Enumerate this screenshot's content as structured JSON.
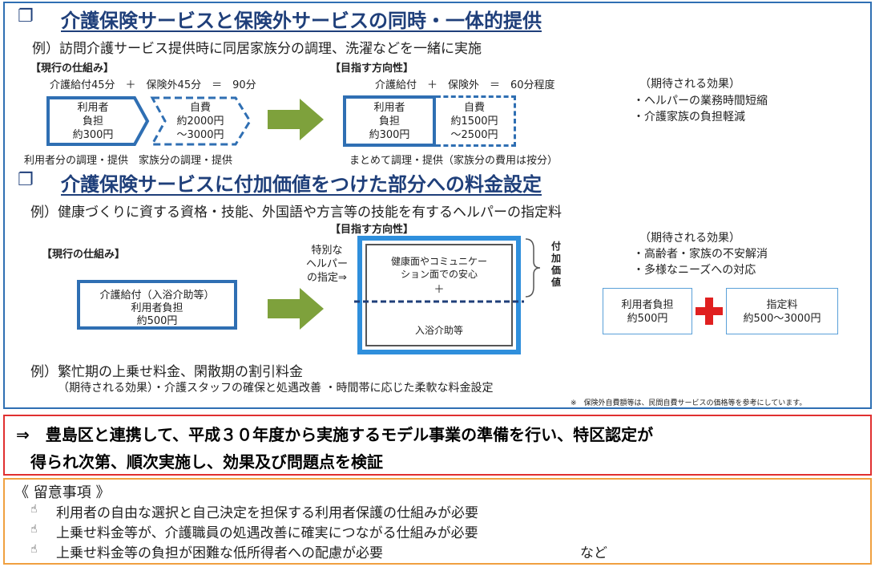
{
  "section1": {
    "icon": "❐",
    "title": "介護保険サービスと保険外サービスの同時・一体的提供",
    "example": "例）訪問介護サービス提供時に同居家族分の調理、洗濯などを一緒に実施",
    "current_label": "【現行の仕組み】",
    "current_formula": "介護給付45分　＋　保険外45分　＝　90分",
    "current_box1": [
      "利用者",
      "負担",
      "約300円"
    ],
    "current_box2": [
      "自費",
      "約2000円",
      "～3000円"
    ],
    "current_caption": "利用者分の調理・提供　家族分の調理・提供",
    "target_label": "【目指す方向性】",
    "target_formula": "介護給付　＋　保険外　＝　60分程度",
    "target_box1": [
      "利用者",
      "負担",
      "約300円"
    ],
    "target_box2": [
      "自費",
      "約1500円",
      "～2500円"
    ],
    "target_caption": "まとめて調理・提供（家族分の費用は按分）",
    "effects_title": "（期待される効果）",
    "effects": [
      "・ヘルパーの業務時間短縮",
      "・介護家族の負担軽減"
    ]
  },
  "section2": {
    "icon": "❐",
    "title": "介護保険サービスに付加価値をつけた部分への料金設定",
    "example": "例）健康づくりに資する資格・技能、外国語や方言等の技能を有するヘルパーの指定料",
    "target_label": "【目指す方向性】",
    "current_label": "【現行の仕組み】",
    "current_box": [
      "介護給付（入浴介助等）",
      "利用者負担",
      "約500円"
    ],
    "special_label": [
      "特別な",
      "ヘルパー",
      "の指定⇒"
    ],
    "value_box_top": [
      "健康面やコミュニケー",
      "ション面での安心"
    ],
    "value_box_plus": "＋",
    "value_box_bottom": "入浴介助等",
    "added_value_label": "付加価値",
    "effects_title": "（期待される効果）",
    "effects": [
      "・高齢者・家族の不安解消",
      "・多様なニーズへの対応"
    ],
    "fee_box1": [
      "利用者負担",
      "約500円"
    ],
    "fee_box2": [
      "指定料",
      "約500～3000円"
    ],
    "example2": "例）繁忙期の上乗せ料金、閑散期の割引料金",
    "example2_effects": "（期待される効果）・介護スタッフの確保と処遇改善 ・時間帯に応じた柔軟な料金設定",
    "footnote": "※　保険外自費額等は、民間自費サービスの価格等を参考にしています。"
  },
  "conclusion": {
    "line1": "⇒　豊島区と連携して、平成３０年度から実施するモデル事業の準備を行い、特区認定が",
    "line2": "得られ次第、順次実施し、効果及び問題点を検証"
  },
  "notes": {
    "title": "《 留意事項 》",
    "bullet": "☝",
    "items": [
      "利用者の自由な選択と自己決定を担保する利用者保護の仕組みが必要",
      "上乗せ料金等が、介護職員の処遇改善に確実につながる仕組みが必要",
      "上乗せ料金等の負担が困難な低所得者への配慮が必要"
    ],
    "suffix": "など"
  },
  "colors": {
    "accent": "#2f6fb3",
    "title": "#1f3f7a",
    "arrow": "#7ea13c",
    "red": "#e02020",
    "orange": "#f0a040"
  }
}
